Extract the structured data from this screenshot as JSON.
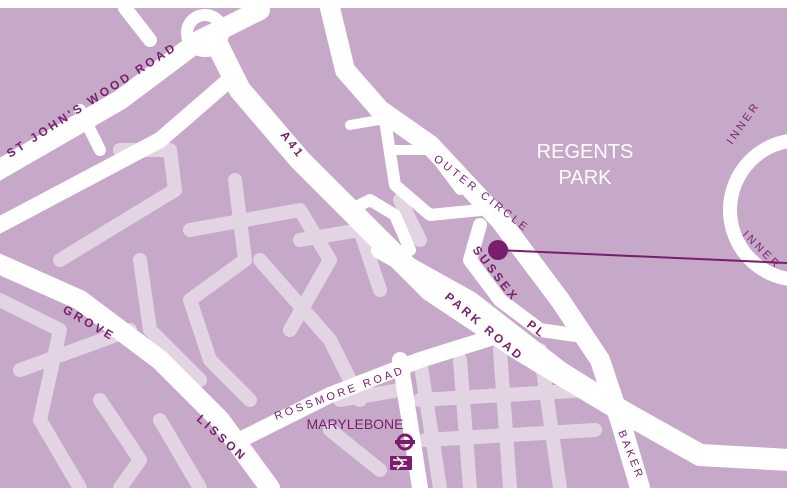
{
  "map": {
    "colors": {
      "land": "#c6a9c8",
      "road": "#ffffff",
      "minor_road": "#e3d4e4",
      "label": "#7a1e6b",
      "park_label": "#ffffff",
      "marker": "#7a1e6b",
      "edge": "#ffffff"
    },
    "park_label": {
      "line1": "REGENTS",
      "line2": "PARK"
    },
    "roads": {
      "st_johns_wood": "ST JOHN'S WOOD ROAD",
      "a41": "A41",
      "outer_circle": "OUTER CIRCLE",
      "sussex": "SUSSEX",
      "pl": "PL",
      "park_road": "PARK ROAD",
      "grove": "GROVE",
      "lisson": "LISSON",
      "rossmore": "ROSSMORE ROAD",
      "baker": "BAKER",
      "inner_top": "INNER",
      "inner_bottom": "INNER"
    },
    "station": {
      "name": "MARYLEBONE",
      "icons": [
        "underground-icon",
        "national-rail-icon"
      ]
    },
    "marker": {
      "icon": "location-marker-icon"
    }
  }
}
